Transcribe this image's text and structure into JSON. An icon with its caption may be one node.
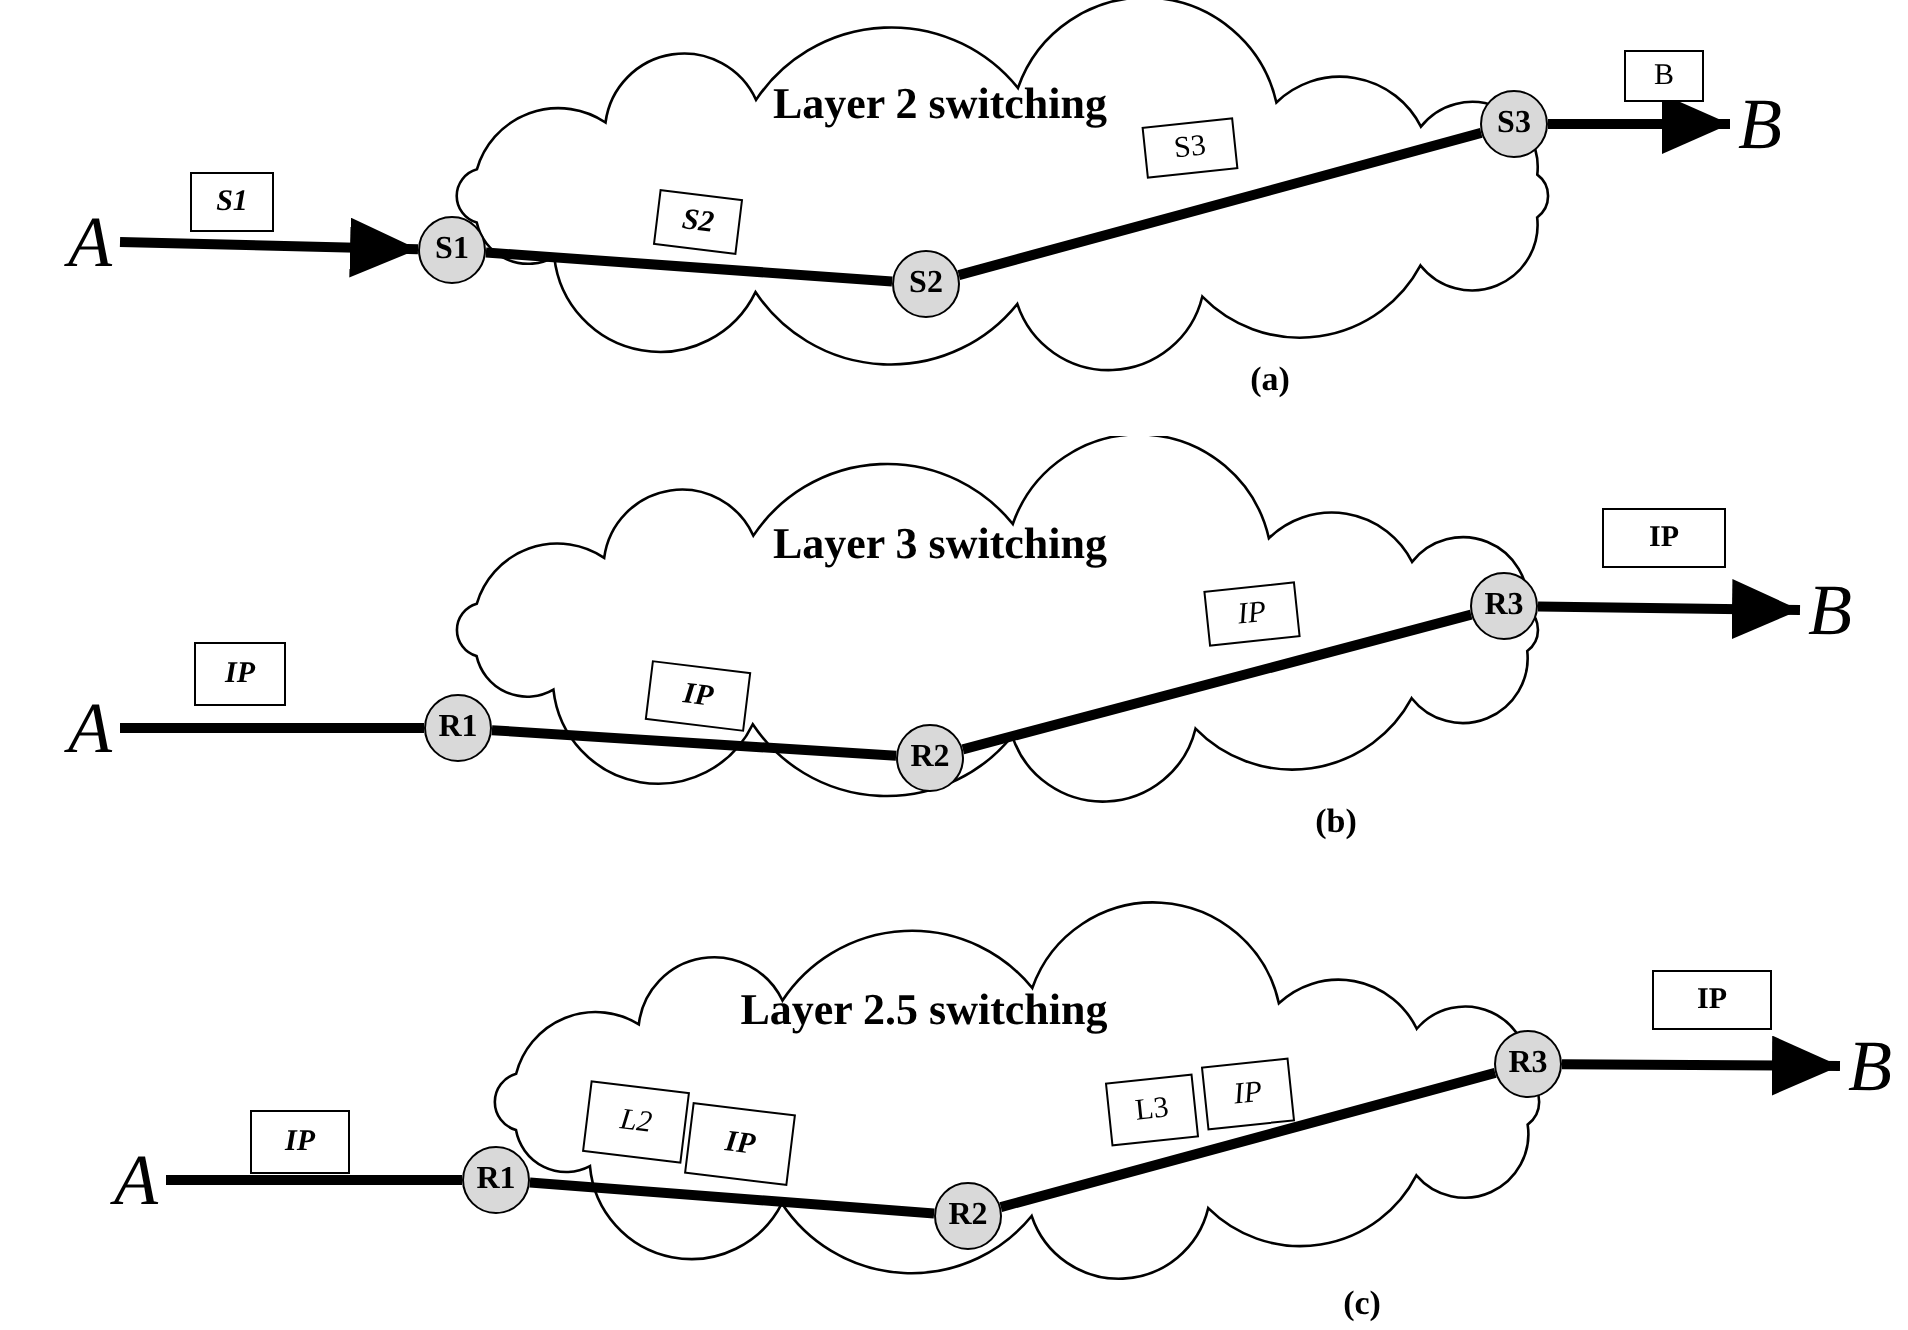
{
  "diagram": {
    "nodes": [
      {
        "text": [
          "Layer 2 switching"
        ]
      },
      {
        "text": [
          "A"
        ]
      },
      {
        "text": [
          "S1"
        ]
      },
      {
        "text": [
          "S1"
        ]
      },
      {
        "text": [
          "S2"
        ],
        "in": 0
      },
      {
        "text": [
          "S2"
        ],
        "in": 0
      },
      {
        "text": [
          "S3"
        ],
        "in": 0
      },
      {
        "text": [
          "S3"
        ],
        "in": 0
      },
      {
        "text": [
          "B"
        ]
      },
      {
        "text": [
          "B"
        ]
      },
      {
        "text": [
          "Layer 3 switching"
        ]
      },
      {
        "text": [
          "A"
        ]
      },
      {
        "text": [
          "IP"
        ]
      },
      {
        "text": [
          "R1"
        ]
      },
      {
        "text": [
          "IP"
        ],
        "in": 10
      },
      {
        "text": [
          "R2"
        ],
        "in": 10
      },
      {
        "text": [
          "IP"
        ],
        "in": 10
      },
      {
        "text": [
          "R3"
        ],
        "in": 10
      },
      {
        "text": [
          "IP"
        ]
      },
      {
        "text": [
          "B"
        ]
      },
      {
        "text": [
          "Layer 2.5 switching"
        ]
      },
      {
        "text": [
          "A"
        ]
      },
      {
        "text": [
          "IP"
        ]
      },
      {
        "text": [
          "R1"
        ]
      },
      {
        "text": [
          "L2"
        ],
        "in": 20
      },
      {
        "text": [
          "IP"
        ],
        "in": 20
      },
      {
        "text": [
          "R2"
        ],
        "in": 20
      },
      {
        "text": [
          "L3"
        ],
        "in": 20
      },
      {
        "text": [
          "IP"
        ],
        "in": 20
      },
      {
        "text": [
          "R3"
        ],
        "in": 20
      },
      {
        "text": [
          "IP"
        ]
      },
      {
        "text": [
          "B"
        ]
      }
    ],
    "edges": [
      {
        "from": 1,
        "to": 3,
        "arrow": "to"
      },
      {
        "from": 3,
        "to": 5,
        "arrow": "none"
      },
      {
        "from": 5,
        "to": 7,
        "arrow": "none"
      },
      {
        "from": 7,
        "to": 9,
        "arrow": "to"
      },
      {
        "from": 11,
        "to": 13,
        "arrow": "none"
      },
      {
        "from": 13,
        "to": 15,
        "arrow": "none"
      },
      {
        "from": 15,
        "to": 17,
        "arrow": "none"
      },
      {
        "from": 17,
        "to": 19,
        "arrow": "to"
      },
      {
        "from": 21,
        "to": 23,
        "arrow": "none"
      },
      {
        "from": 23,
        "to": 26,
        "arrow": "none"
      },
      {
        "from": 26,
        "to": 29,
        "arrow": "none"
      },
      {
        "from": 29,
        "to": 31,
        "arrow": "to"
      }
    ],
    "labels": [
      "(a)",
      "(b)",
      "(c)"
    ]
  }
}
